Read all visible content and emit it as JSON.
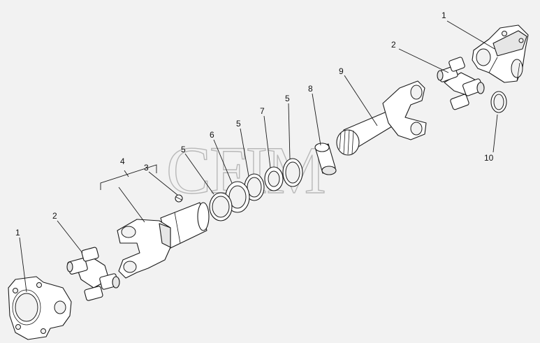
{
  "watermark": "CFIM",
  "callouts": [
    {
      "id": "c1-right",
      "text": "1"
    },
    {
      "id": "c2-right",
      "text": "2"
    },
    {
      "id": "c9",
      "text": "9"
    },
    {
      "id": "c8",
      "text": "8"
    },
    {
      "id": "c5-a",
      "text": "5"
    },
    {
      "id": "c7",
      "text": "7"
    },
    {
      "id": "c5-b",
      "text": "5"
    },
    {
      "id": "c6",
      "text": "6"
    },
    {
      "id": "c5-c",
      "text": "5"
    },
    {
      "id": "c4",
      "text": "4"
    },
    {
      "id": "c3",
      "text": "3"
    },
    {
      "id": "c10",
      "text": "10"
    },
    {
      "id": "c2-left",
      "text": "2"
    },
    {
      "id": "c1-left",
      "text": "1"
    }
  ]
}
